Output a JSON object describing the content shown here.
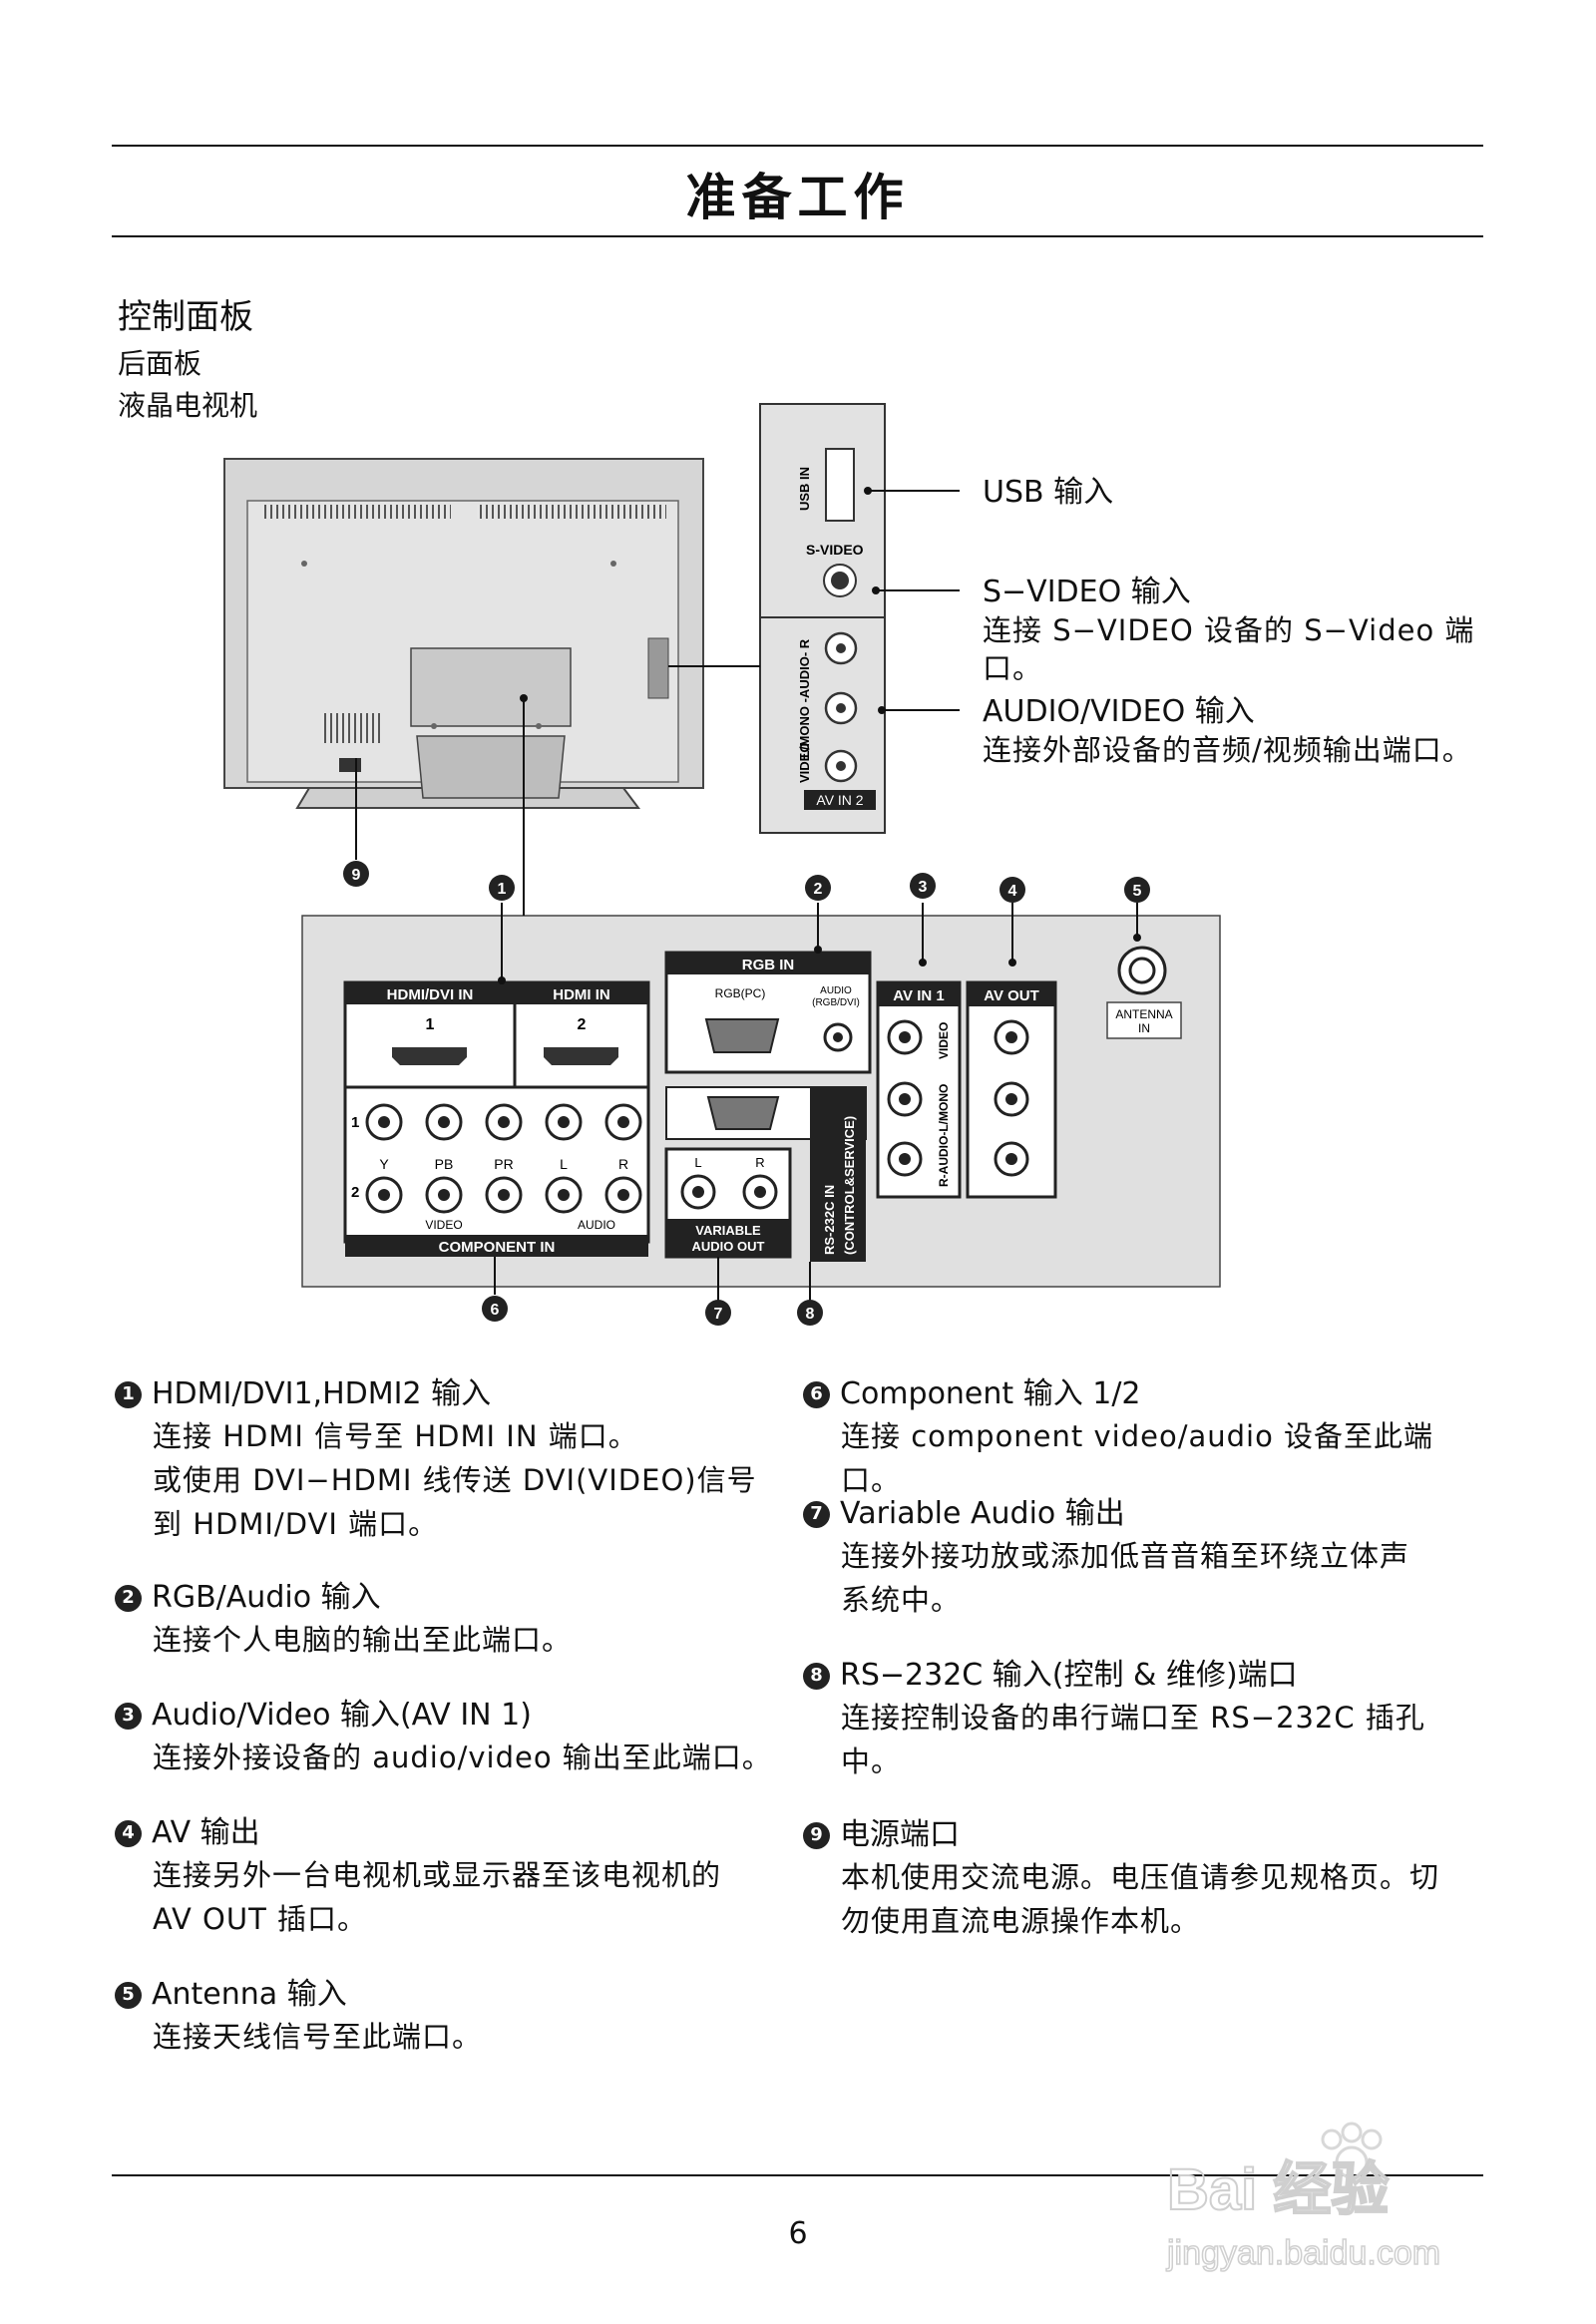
{
  "page": {
    "title": "准备工作",
    "section": "控制面板",
    "subsection_1": "后面板",
    "subsection_2": "液晶电视机",
    "page_number": "6"
  },
  "diagram": {
    "side_panel": {
      "usb_in": "USB IN",
      "s_video": "S-VIDEO",
      "audio_label": "L/MONO -AUDIO- R",
      "video": "VIDEO",
      "av_in_2": "AV IN 2"
    },
    "callouts": {
      "usb_title": "USB 输入",
      "svideo_title": "S−VIDEO 输入",
      "svideo_desc": "连接 S−VIDEO 设备的 S−Video 端口。",
      "av_title": "AUDIO/VIDEO 输入",
      "av_desc": "连接外部设备的音频/视频输出端口。"
    },
    "panel": {
      "hdmi_dvi_in": "HDMI/DVI IN",
      "hdmi_in": "HDMI IN",
      "hdmi_1": "1",
      "hdmi_2": "2",
      "rgb_in": "RGB IN",
      "rgb_pc": "RGB(PC)",
      "audio_rgb_dvi_1": "AUDIO",
      "audio_rgb_dvi_2": "(RGB/DVI)",
      "av_in_1": "AV IN 1",
      "av_out": "AV OUT",
      "antenna_1": "ANTENNA",
      "antenna_2": "IN",
      "row_1": "1",
      "row_2": "2",
      "y": "Y",
      "pb": "PB",
      "pr": "PR",
      "l": "L",
      "r": "R",
      "video": "VIDEO",
      "audio": "AUDIO",
      "component_in": "COMPONENT IN",
      "var_l": "L",
      "var_r": "R",
      "variable_1": "VARIABLE",
      "variable_2": "AUDIO OUT",
      "rs232_1": "RS-232C IN",
      "rs232_2": "(CONTROL&SERVICE)",
      "av1_video": "VIDEO",
      "av1_audio": "R-AUDIO-L/MONO"
    },
    "markers": [
      "1",
      "2",
      "3",
      "4",
      "5",
      "6",
      "7",
      "8",
      "9"
    ]
  },
  "items": [
    {
      "num": "1",
      "title": "HDMI/DVI1,HDMI2 输入",
      "lines": [
        "连接 HDMI 信号至 HDMI IN 端口。",
        "或使用 DVI−HDMI 线传送 DVI(VIDEO)信号",
        "到 HDMI/DVI 端口。"
      ]
    },
    {
      "num": "2",
      "title": "RGB/Audio 输入",
      "lines": [
        "连接个人电脑的输出至此端口。"
      ]
    },
    {
      "num": "3",
      "title": "Audio/Video 输入(AV IN 1)",
      "lines": [
        "连接外接设备的 audio/video 输出至此端口。"
      ]
    },
    {
      "num": "4",
      "title": "AV 输出",
      "lines": [
        "连接另外一台电视机或显示器至该电视机的",
        "AV OUT 插口。"
      ]
    },
    {
      "num": "5",
      "title": "Antenna 输入",
      "lines": [
        "连接天线信号至此端口。"
      ]
    },
    {
      "num": "6",
      "title": "Component 输入 1/2",
      "lines": [
        "连接 component video/audio 设备至此端口。"
      ]
    },
    {
      "num": "7",
      "title": "Variable Audio 输出",
      "lines": [
        "连接外接功放或添加低音音箱至环绕立体声",
        "系统中。"
      ]
    },
    {
      "num": "8",
      "title": "RS−232C 输入(控制 & 维修)端口",
      "lines": [
        "连接控制设备的串行端口至 RS−232C 插孔",
        "中。"
      ]
    },
    {
      "num": "9",
      "title": "电源端口",
      "lines": [
        "本机使用交流电源。电压值请参见规格页。切",
        "勿使用直流电源操作本机。"
      ]
    }
  ],
  "watermark": {
    "brand": "Bai 经验",
    "url": "jingyan.baidu.com"
  }
}
